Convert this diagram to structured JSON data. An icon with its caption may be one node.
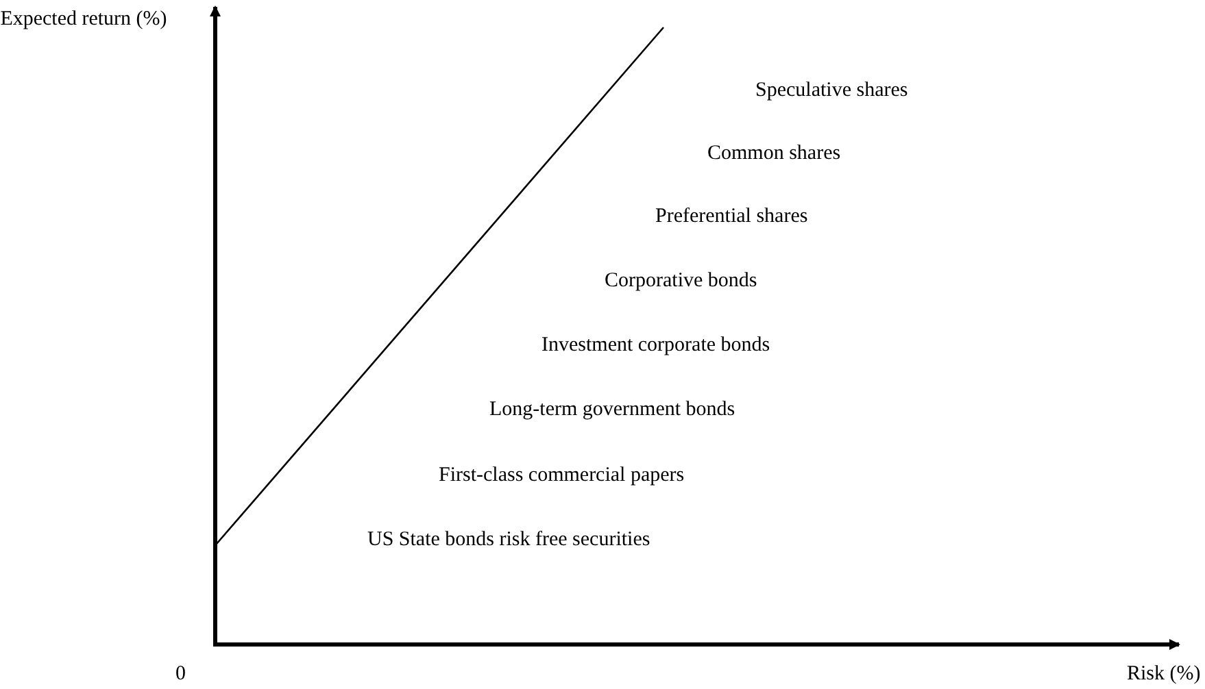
{
  "diagram": {
    "labels": [
      "Expected return (%)",
      "Speculative shares",
      "Common shares",
      "Preferential shares",
      "Corporative bonds",
      "Investment corporate bonds",
      "Long-term government bonds",
      "First-class commercial papers",
      "US State bonds risk free securities",
      "0",
      "Risk (%)"
    ]
  }
}
